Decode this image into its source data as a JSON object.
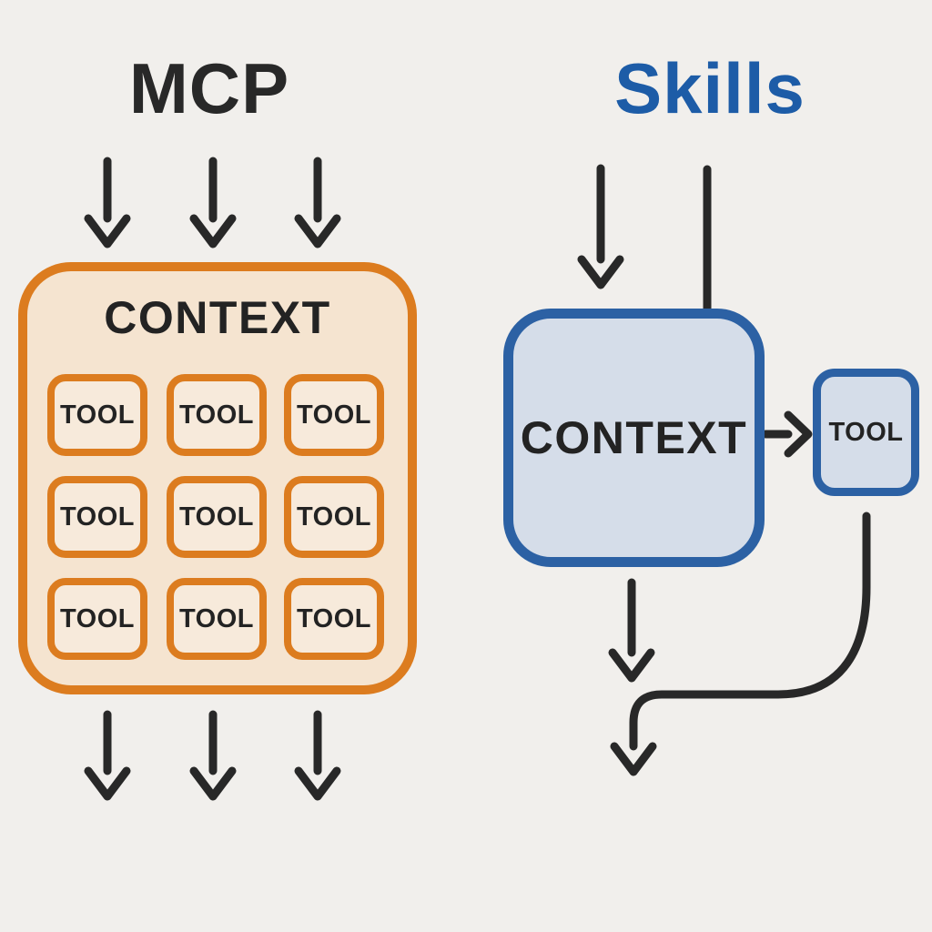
{
  "left": {
    "title": "MCP",
    "context_label": "CONTEXT",
    "tools": [
      "TOOL",
      "TOOL",
      "TOOL",
      "TOOL",
      "TOOL",
      "TOOL",
      "TOOL",
      "TOOL",
      "TOOL"
    ]
  },
  "right": {
    "title": "Skills",
    "context_label": "CONTEXT",
    "tool_label": "TOOL"
  },
  "theme": {
    "bg": "#F1EFEC",
    "ink": "#282828",
    "orange-border": "#DC7C1F",
    "orange-fill": "#F5E4D0",
    "orange-tool-fill": "#F7EADB",
    "blue-border": "#2C61A4",
    "blue-fill": "#D5DDE9",
    "blue-title": "#1D5CA7"
  }
}
